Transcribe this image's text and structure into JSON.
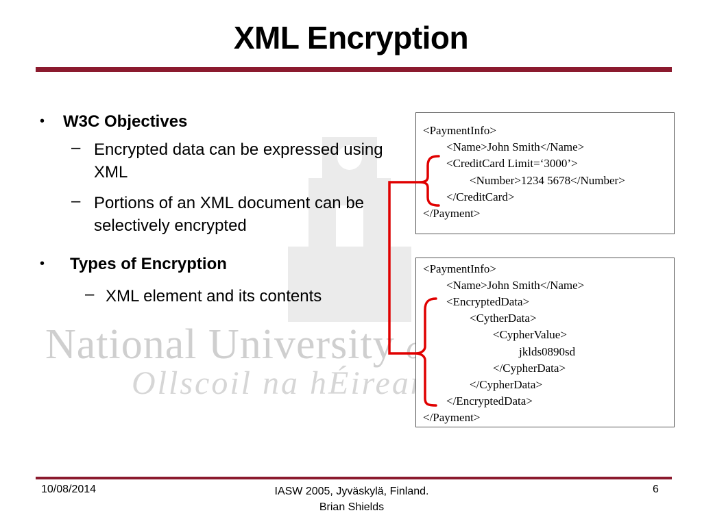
{
  "slide": {
    "title": "XML Encryption",
    "accent_color": "#8b1a2e",
    "bracket_color": "#e00000"
  },
  "bullets": [
    {
      "label": "W3C Objectives",
      "subitems": [
        "Encrypted data can be expressed using XML",
        "Portions of an XML document can be selectively encrypted"
      ]
    },
    {
      "label": "Types of Encryption",
      "subitems": [
        "XML element and its contents"
      ]
    }
  ],
  "watermark": {
    "line1": "National University",
    "of": "of I",
    "line2": "Ollscoil na hÉireann"
  },
  "xml_plain": [
    "<PaymentInfo>",
    "<Name>John Smith</Name>",
    "<CreditCard Limit=‘3000’>",
    "<Number>1234 5678</Number>",
    "</CreditCard>",
    "</Payment>"
  ],
  "xml_encrypted": [
    "<PaymentInfo>",
    "<Name>John Smith</Name>",
    "<EncryptedData>",
    "<CytherData>",
    "<CypherValue>",
    "jklds0890sd",
    "</CypherData>",
    "</CypherData>",
    "</EncryptedData>",
    "</Payment>"
  ],
  "footer": {
    "date": "10/08/2014",
    "conference": "IASW 2005, Jyväskylä, Finland.",
    "author": "Brian Shields",
    "page": "6"
  }
}
